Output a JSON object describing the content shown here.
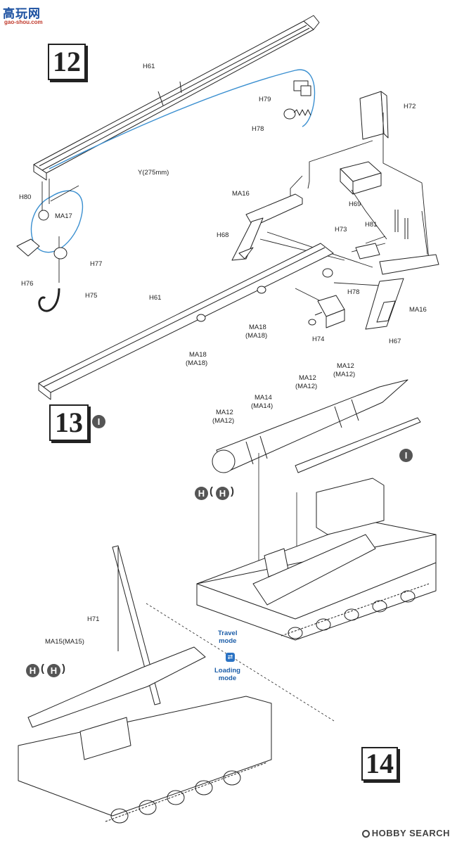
{
  "logo": {
    "main": "高玩网",
    "sub": "gao-shou.com"
  },
  "steps": {
    "s12": "12",
    "s13": "13",
    "s14": "14"
  },
  "markers": {
    "i": "I",
    "h": "H"
  },
  "parts_step12": {
    "h61_top": "H61",
    "h79": "H79",
    "h78_top": "H78",
    "h72": "H72",
    "y_cable": "Y(275mm)",
    "h80": "H80",
    "ma17": "MA17",
    "ma16_left": "MA16",
    "h69": "H69",
    "h68": "H68",
    "h81": "H81",
    "h73": "H73",
    "h76": "H76",
    "h77": "H77",
    "h75": "H75",
    "h61_bottom": "H61",
    "h78_bottom": "H78",
    "ma16_right": "MA16",
    "ma18_mid": "MA18",
    "ma18_mid_paren": "(MA18)",
    "h74": "H74",
    "h67": "H67",
    "ma18_left": "MA18",
    "ma18_left_paren": "(MA18)"
  },
  "parts_step13": {
    "ma12_right": "MA12",
    "ma12_right_paren": "(MA12)",
    "ma12_mid": "MA12",
    "ma12_mid_paren": "(MA12)",
    "ma14": "MA14",
    "ma14_paren": "(MA14)",
    "ma12_left": "MA12",
    "ma12_left_paren": "(MA12)"
  },
  "parts_step14": {
    "h71": "H71",
    "ma15": "MA15(MA15)"
  },
  "modes": {
    "travel": "Travel\nmode",
    "loading": "Loading\nmode"
  },
  "watermark": "HOBBY SEARCH",
  "colors": {
    "cable_blue": "#3a8fd0",
    "line_dark": "#222222",
    "marker_gray": "#555555",
    "mode_blue": "#1d5ea8"
  }
}
